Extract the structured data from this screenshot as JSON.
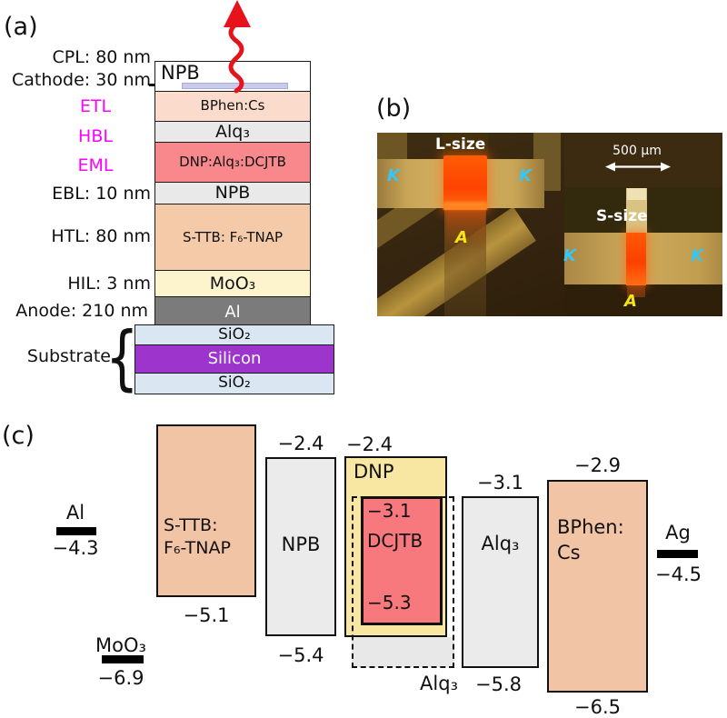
{
  "panel_a": {
    "label": "(a)",
    "side_labels": {
      "cpl": "CPL: 80 nm",
      "cathode": "Cathode: 30 nm",
      "etl": "ETL",
      "hbl": "HBL",
      "eml": "EML",
      "ebl": "EBL: 10 nm",
      "htl": "HTL: 80 nm",
      "hil": "HIL: 3 nm",
      "anode": "Anode: 210 nm",
      "substrate": "Substrate"
    },
    "substrate_brace": "{",
    "layers": {
      "cpl": "NPB",
      "etl": "BPhen:Cs",
      "hbl": "Alq₃",
      "eml": "DNP:Alq₃:DCJTB",
      "ebl": "NPB",
      "htl": "S-TTB: F₆-TNAP",
      "hil": "MoO₃",
      "anode": "Al",
      "sio2_top": "SiO₂",
      "silicon": "Silicon",
      "sio2_bottom": "SiO₂"
    },
    "colors": {
      "eml_fill": "#f8888b",
      "htl_fill": "#f4caa9",
      "etl_fill": "#fbdccc",
      "hil_fill": "#fdf3cd",
      "anode_fill": "#7b7b7b",
      "silicon_fill": "#9d35cd",
      "sio2_fill": "#dae7f3",
      "cathode_fill": "#c8caee",
      "emission_arrow": "#e6131b",
      "transport_label": "#ff00ff"
    }
  },
  "panel_b": {
    "label": "(b)",
    "large_device": "L-size",
    "small_device": "S-size",
    "scale_bar": "500 µm",
    "cathode_marker": "K",
    "anode_marker": "A",
    "colors": {
      "emission": "#ff4a00",
      "cathode_marker": "#37c6f5",
      "anode_marker": "#f5e513"
    }
  },
  "panel_c": {
    "label": "(c)",
    "electrodes": {
      "al": {
        "name": "Al",
        "work_function": "−4.3"
      },
      "moo3": {
        "name": "MoO₃",
        "work_function": "−6.9"
      },
      "ag": {
        "name": "Ag",
        "work_function": "−4.5"
      }
    },
    "materials": {
      "sttb": {
        "name_line1": "S-TTB:",
        "name_line2": "F₆-TNAP",
        "homo": "−5.1"
      },
      "npb": {
        "name": "NPB",
        "lumo": "−2.4",
        "homo": "−5.4"
      },
      "dnp": {
        "name": "DNP",
        "lumo": "−2.4"
      },
      "dcjtb": {
        "name": "DCJTB",
        "lumo": "−3.1",
        "homo": "−5.3"
      },
      "alq3_guest": {
        "name": "Alq₃"
      },
      "alq3": {
        "name": "Alq₃",
        "lumo": "−3.1",
        "homo": "−5.8"
      },
      "bphen_cs": {
        "name_line1": "BPhen:",
        "name_line2": "Cs",
        "lumo": "−2.9",
        "homo": "−6.5"
      }
    }
  }
}
